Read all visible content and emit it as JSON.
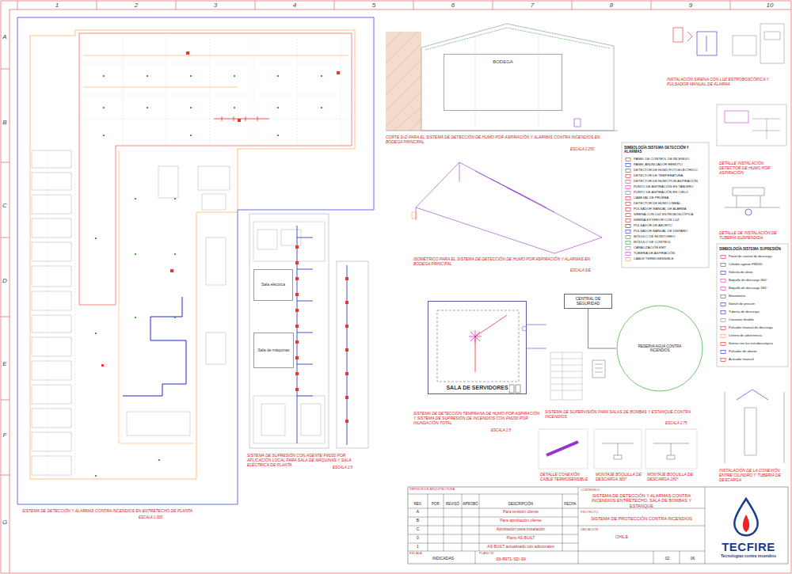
{
  "diagram": {
    "nodes": [
      {
        "text": [
          "BODEGA"
        ]
      },
      {
        "text": [
          "SALA DE SERVIDORES"
        ]
      },
      {
        "text": [
          "CENTRAL DE SEGURIDAD"
        ]
      },
      {
        "text": [
          "RESERVA AGUA CONTRA INCENDIOS"
        ]
      },
      {
        "text": [
          "Sala eléctrica"
        ]
      },
      {
        "text": [
          "Sala de máquinas"
        ]
      }
    ],
    "edges": [
      {
        "from": 2,
        "to": 3,
        "arrow": "none"
      }
    ],
    "labels": [
      "1",
      "2",
      "3",
      "4",
      "5",
      "6",
      "7",
      "8",
      "9",
      "10",
      "A",
      "B",
      "C",
      "D",
      "E",
      "F",
      "G",
      "SISTEMA DE DETECCIÓN Y ALARMAS CONTRA INCENDIOS EN ENTRETECHO DE PLANTA",
      "ESCALA 1:300",
      "SISTEMA DE SUPRESIÓN CON AGENTE FM200 POR APLICACIÓN LOCAL PARA SALA DE MÁQUINAS Y SALA ELÉCTRICA DE PLANTA",
      "ESCALA 1:5",
      "CORTE D-D PARA EL SISTEMA DE DETECCIÓN DE HUMO POR ASPIRACIÓN Y ALARMAS CONTRA INCENDIOS EN BODEGA PRINCIPAL",
      "ESCALA 1:250",
      "ISOMÉTRICO PARA EL SISTEMA DE DETECCIÓN DE HUMO POR ASPIRACIÓN Y ALARMAS EN BODEGA PRINCIPAL",
      "ESCALA S/E",
      "SISTEMA DE DETECCIÓN TEMPRANA DE HUMO POR ASPIRACIÓN Y SISTEMA DE SUPRESIÓN DE INCENDIOS CON FM200 POR INUNDACIÓN TOTAL",
      "ESCALA 1:5",
      "SISTEMA DE SUPERVISIÓN PARA SALAS DE BOMBAS Y ESTANQUE CONTRA INCENDIOS",
      "ESCALA 1:75",
      "DETALLE INSTALACIÓN DETECTOR DE HUMO POR ASPIRACIÓN",
      "DETALLE DE INSTALACIÓN DE TUBERÍA SUSPENDIDA",
      "INSTALACIÓN SIRENA CON LUZ ESTROBOSCÓPICA Y PULSADOR MANUAL DE ALARMA",
      "INSTALACIÓN DE LA CONEXIÓN ENTRE CILINDRO Y TUBERÍA DE DESCARGA",
      "DETALLE CONEXIÓN CABLE TERMOSENSIBLE",
      "MONTAJE BOQUILLA DE DESCARGA 360°",
      "MONTAJE BOQUILLA DE DESCARGA 180°",
      "SIMBOLOGÍA SISTEMA DETECCIÓN Y ALARMAS",
      "SIMBOLOGÍA SISTEMA SUPRESIÓN",
      "VERSIÓN DE ARQUITECTURA",
      "REV.",
      "POR",
      "REVISÓ",
      "APROBÓ",
      "DESCRIPCIÓN",
      "FECHA",
      "A",
      "Para revisión cliente",
      "B",
      "Para aprobación cliente",
      "C",
      "Aprobación para instalación",
      "0",
      "Plano AS BUILT",
      "1",
      "AS BUILT actualizado con adicionales",
      "CONTENIDO",
      "SISTEMA DE DETECCIÓN Y ALARMAS CONTRA INCENDIOS ENTRETECHO, SALA DE BOMBAS Y ESTANQUE",
      "PROYECTO",
      "SISTEMA DE PROTECCIÓN CONTRA INCENDIOS",
      "UBICACIÓN",
      "CHILE",
      "ESCALA",
      "INDICADAS",
      "PLANO N°",
      "09-8971-SD-99",
      "02",
      "06",
      "TECFIRE",
      "Tecnologías contra incendios"
    ],
    "legend": [
      {
        "text": "PANEL DE CONTROL DE INCENDIO"
      },
      {
        "text": "PANEL ANUNCIADOR REMOTO"
      },
      {
        "text": "DETECTOR DE HUMO FOTOELÉCTRICO"
      },
      {
        "text": "DETECTOR DE TEMPERATURA"
      },
      {
        "text": "DETECTOR DE HUMO POR ASPIRACIÓN"
      },
      {
        "text": "PUNTO DE ASPIRACIÓN EN TABLERO"
      },
      {
        "text": "PUNTO DE ASPIRACIÓN EN CIELO"
      },
      {
        "text": "CABEZAL DE PRUEBA"
      },
      {
        "text": "DETECTOR DE HUMO LINEAL"
      },
      {
        "text": "PULSADOR MANUAL DE ALARMA"
      },
      {
        "text": "SIRENA CON LUZ ESTROBOSCÓPICA"
      },
      {
        "text": "SIRENA EXTERIOR CON LUZ"
      },
      {
        "text": "PULSADOR DE ABORTO"
      },
      {
        "text": "PULSADOR MANUAL DE DISPARO"
      },
      {
        "text": "MÓDULO DE MONITOREO"
      },
      {
        "text": "MÓDULO DE CONTROL"
      },
      {
        "text": "CANALIZACIÓN EMT"
      },
      {
        "text": "TUBERÍA DE ASPIRACIÓN"
      },
      {
        "text": "CABLE TERMOSENSIBLE"
      },
      {
        "text": "Panel de control de descarga"
      },
      {
        "text": "Cilindro agente FM200"
      },
      {
        "text": "Válvula de alivio"
      },
      {
        "text": "Boquilla de descarga 360°"
      },
      {
        "text": "Boquilla de descarga 180°"
      },
      {
        "text": "Manómetro"
      },
      {
        "text": "Switch de presión"
      },
      {
        "text": "Tubería de descarga"
      },
      {
        "text": "Conexión flexible"
      },
      {
        "text": "Pulsador manual de descarga"
      },
      {
        "text": "Letrero de advertencia"
      },
      {
        "text": "Sirena con luz estroboscópica"
      },
      {
        "text": "Pulsador de aborto"
      },
      {
        "text": "Actuador manual"
      }
    ]
  }
}
